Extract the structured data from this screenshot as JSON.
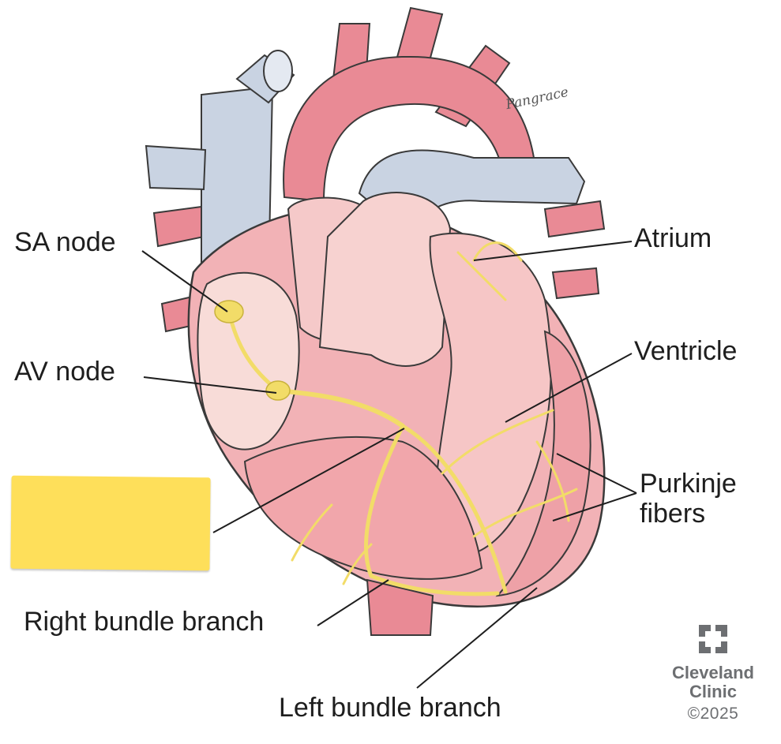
{
  "labels": {
    "sa_node": "SA node",
    "av_node": "AV node",
    "atrium": "Atrium",
    "ventricle": "Ventricle",
    "purkinje": "Purkinje\nfibers",
    "right_bundle_branch": "Right bundle branch",
    "left_bundle_branch": "Left bundle branch"
  },
  "brand": {
    "name": "Cleveland\nClinic",
    "copyright": "©2025"
  },
  "signature": "Pangrace",
  "colors": {
    "outline": "#3a3a3a",
    "aorta": "#e98a95",
    "vena_cava": "#c9d3e2",
    "heart_muscle": "#f2b2b6",
    "chamber_interior": "#f8dcd8",
    "conduction": "#f2dc68",
    "answer_box": "#fedf5a",
    "brand_gray": "#6d6f72"
  }
}
